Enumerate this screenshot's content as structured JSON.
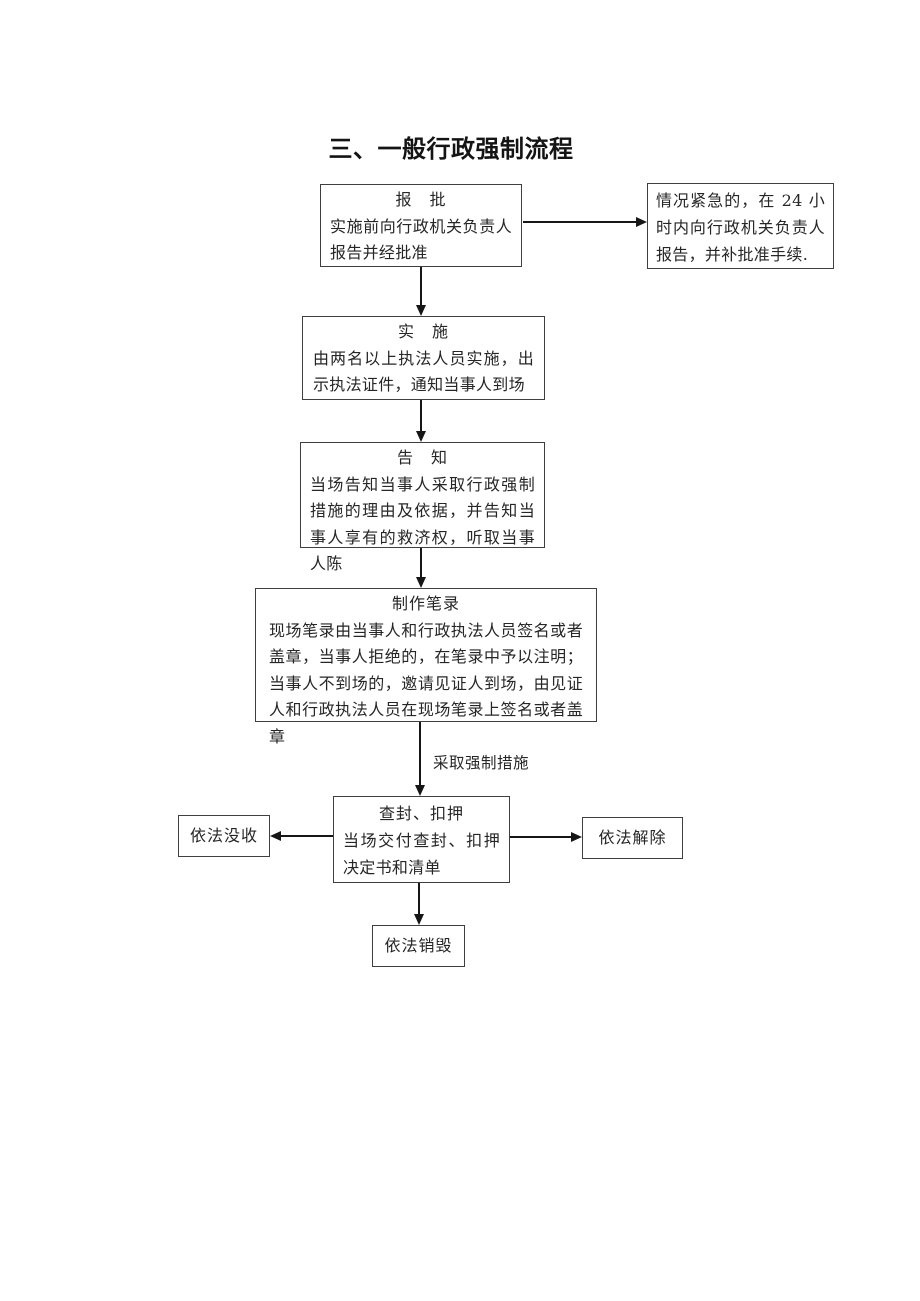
{
  "title": "三、一般行政强制流程",
  "nodes": {
    "report": {
      "header": "报　批",
      "body": "实施前向行政机关负责人报告并经批准"
    },
    "urgent": {
      "body": "情况紧急的，在 24 小时内向行政机关负责人报告，并补批准手续."
    },
    "implement": {
      "header": "实　施",
      "body": "由两名以上执法人员实施，出示执法证件，通知当事人到场"
    },
    "notify": {
      "header": "告　知",
      "body": "当场告知当事人采取行政强制措施的理由及依据，并告知当事人享有的救济权，听取当事人陈"
    },
    "record": {
      "header": "制作笔录",
      "body": "现场笔录由当事人和行政执法人员签名或者盖章，当事人拒绝的，在笔录中予以注明；当事人不到场的，邀请见证人到场，由见证人和行政执法人员在现场笔录上签名或者盖章"
    },
    "seal": {
      "header": "查封、扣押",
      "body": "当场交付查封、扣押决定书和清单"
    },
    "confiscate": {
      "label": "依法没收"
    },
    "release": {
      "label": "依法解除"
    },
    "destroy": {
      "label": "依法销毁"
    }
  },
  "edge_label": "采取强制措施",
  "colors": {
    "ink": "#161616",
    "border": "#3f3f3f",
    "background": "#ffffff"
  }
}
